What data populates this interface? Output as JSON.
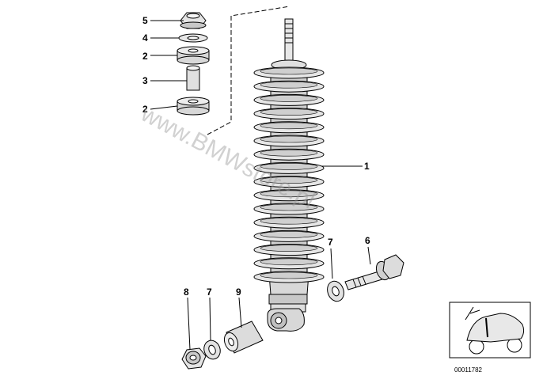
{
  "diagram": {
    "watermark": "www.BMWstore.pl",
    "ref_code": "00011782",
    "callouts": {
      "shock_absorber": "1",
      "rubber_bushing_upper": "2",
      "rubber_bushing_lower": "2",
      "spacer_sleeve": "3",
      "washer_top": "4",
      "hex_nut_top": "5",
      "hex_bolt": "6",
      "washer_right": "7",
      "hex_nut_bottom": "8",
      "washer_bottom": "7",
      "bushing_sleeve": "9"
    },
    "icons": {
      "thumbnail": "motorcycle-thumbnail-icon"
    }
  }
}
